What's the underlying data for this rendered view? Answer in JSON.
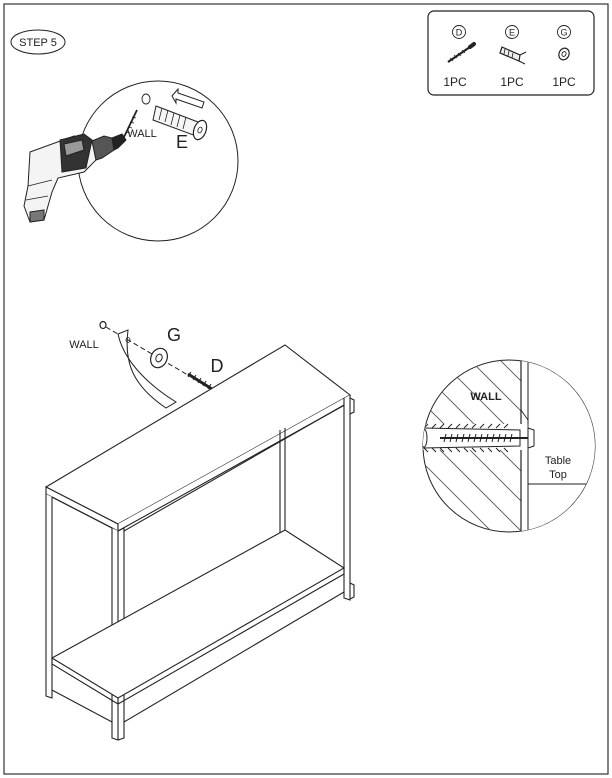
{
  "step": {
    "label": "STEP 5"
  },
  "parts": [
    {
      "letter": "D",
      "qty": "1PC",
      "icon": "screw-icon"
    },
    {
      "letter": "E",
      "qty": "1PC",
      "icon": "wall-anchor-icon"
    },
    {
      "letter": "G",
      "qty": "1PC",
      "icon": "washer-icon"
    }
  ],
  "detail_drill": {
    "wall_label": "WALL",
    "part_label": "E"
  },
  "main": {
    "wall_label": "WALL",
    "washer_label": "G",
    "screw_label": "D"
  },
  "detail_section": {
    "wall_label": "WALL",
    "tabletop_label_line1": "Table",
    "tabletop_label_line2": "Top"
  },
  "colors": {
    "line": "#222222",
    "hatch": "#555555",
    "background": "#ffffff"
  }
}
